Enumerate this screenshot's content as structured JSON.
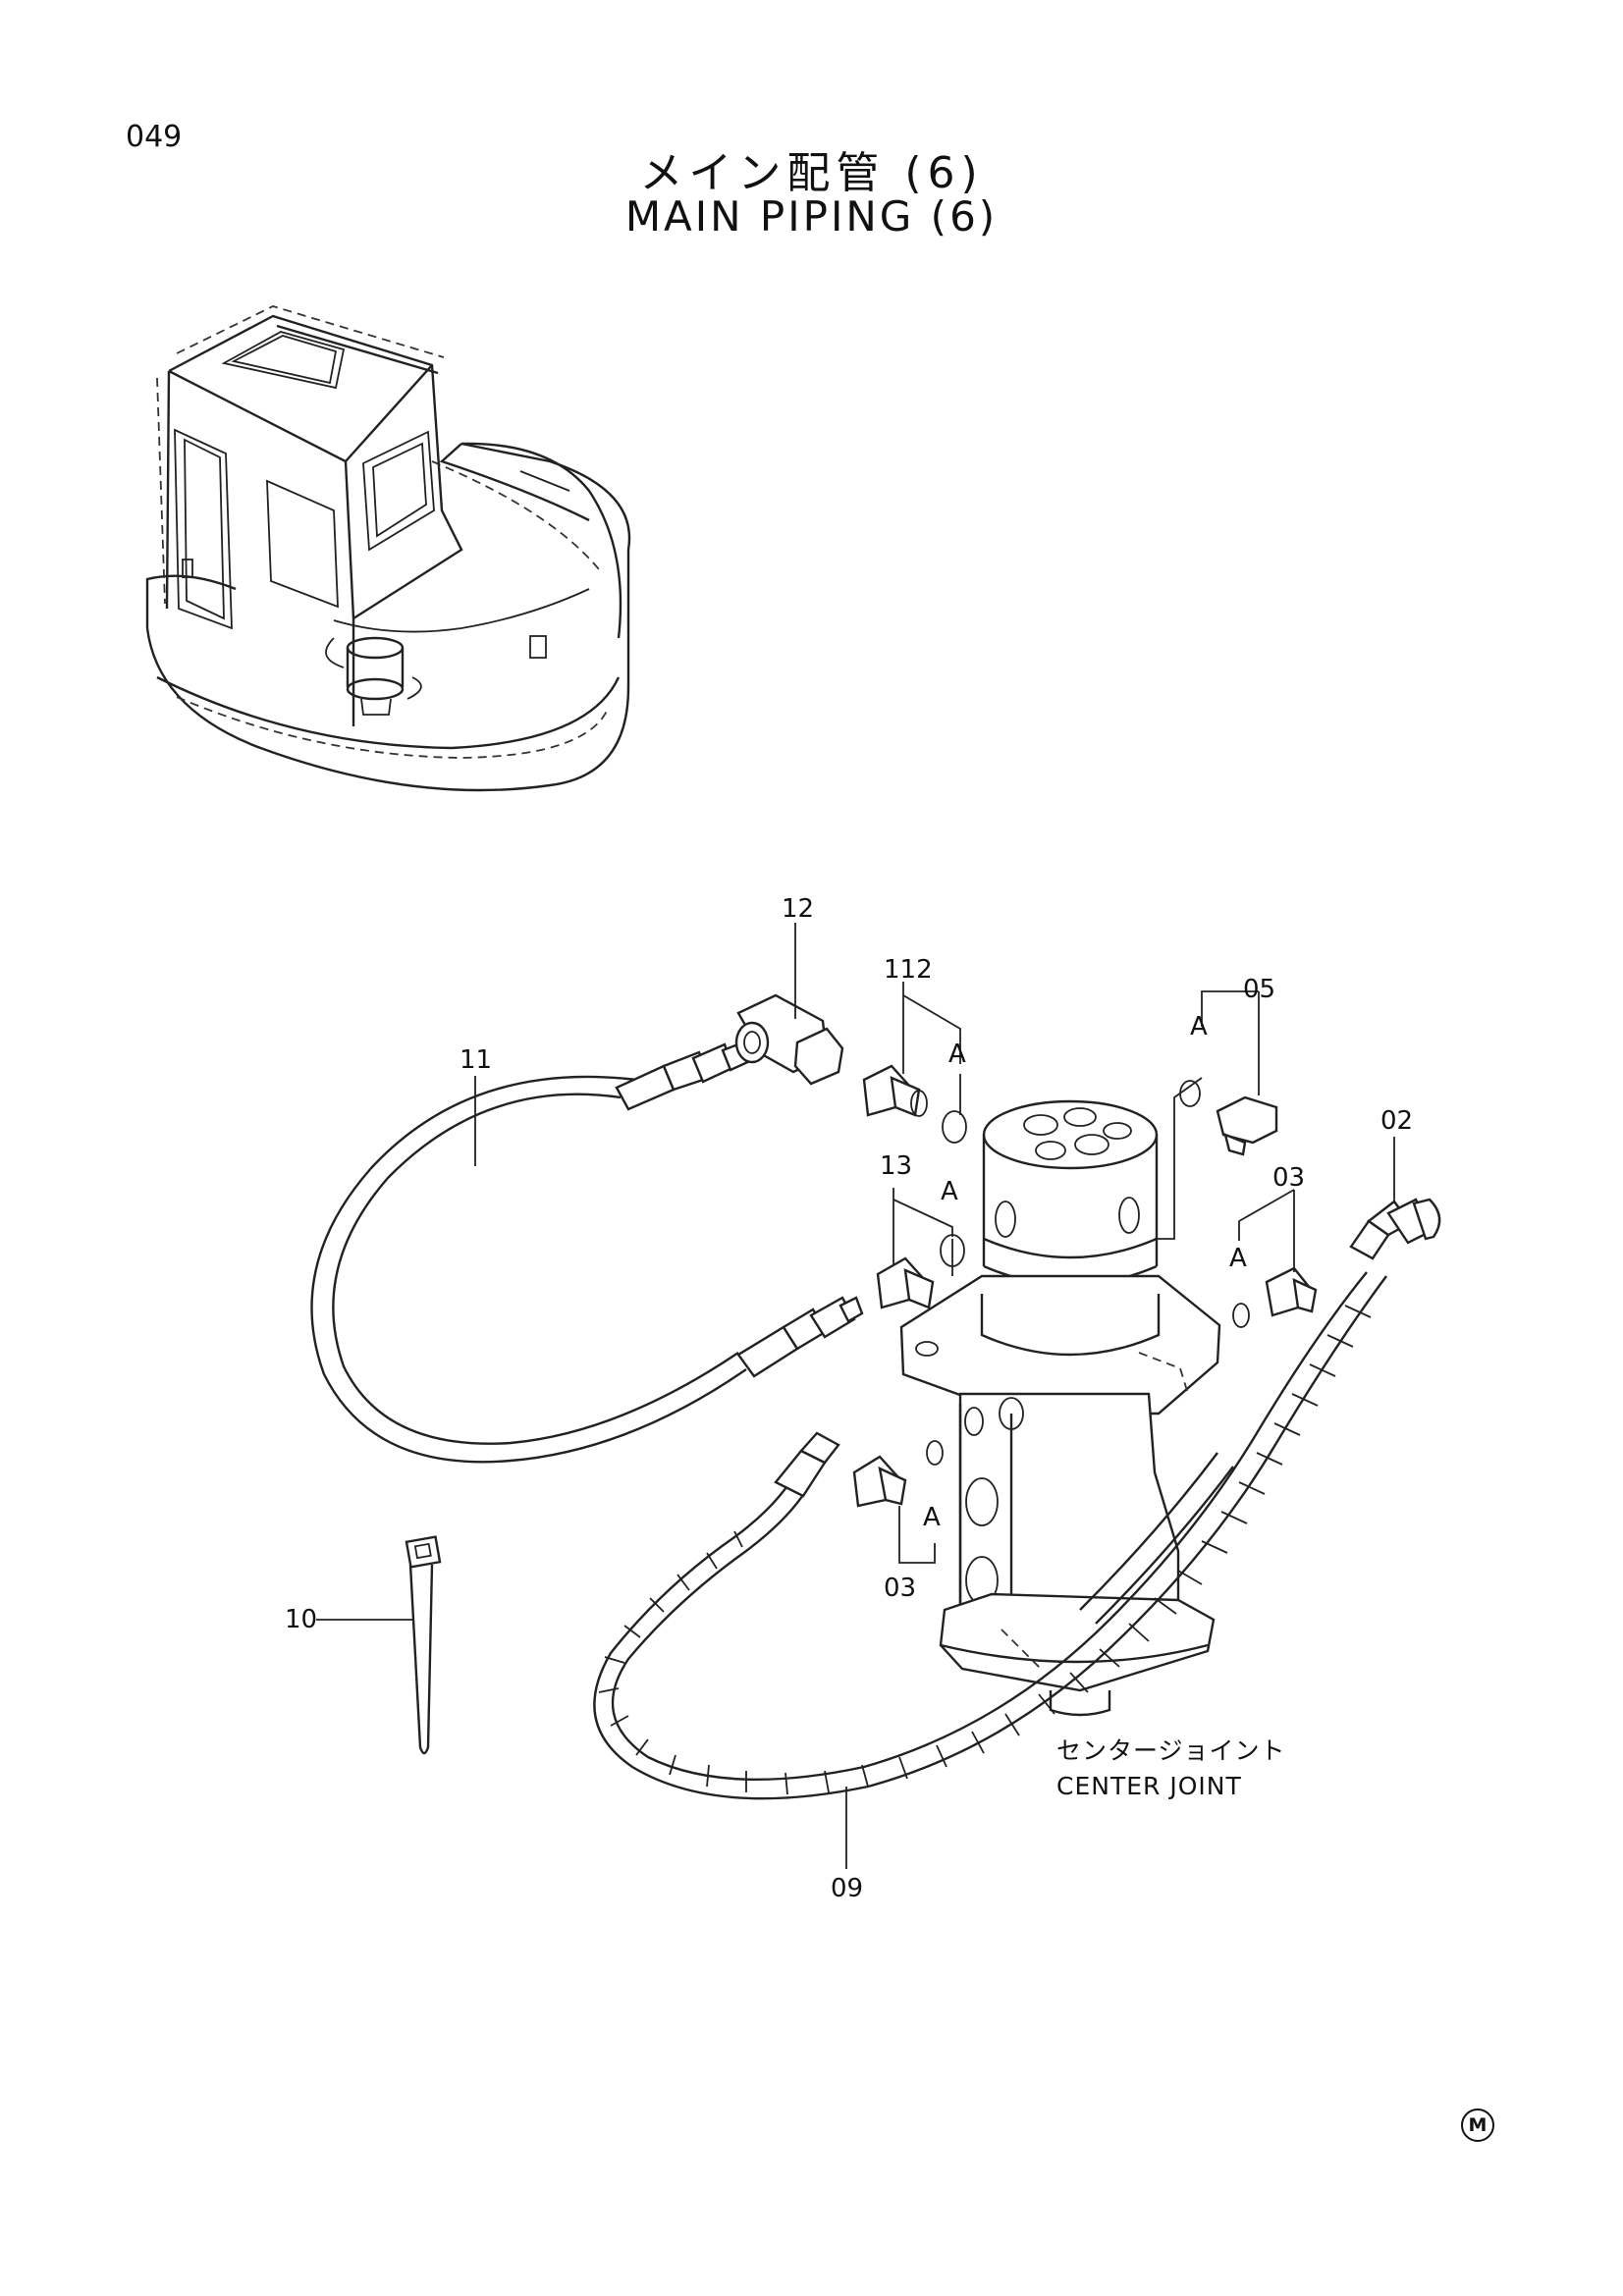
{
  "header": {
    "page_number": "049",
    "title_jp": "メイン配管 (6)",
    "title_en": "MAIN PIPING (6)"
  },
  "labels": {
    "p12": "12",
    "p112": "112",
    "p05": "05",
    "p11": "11",
    "p02": "02",
    "p13": "13",
    "p03a": "03",
    "p03b": "03",
    "p10": "10",
    "p09": "09",
    "ref_a1": "A",
    "ref_a2": "A",
    "ref_a3": "A",
    "ref_a4": "A",
    "ref_a5": "A"
  },
  "note": {
    "jp": "センタージョイント",
    "en": "CENTER JOINT"
  },
  "footer_mark": "M"
}
